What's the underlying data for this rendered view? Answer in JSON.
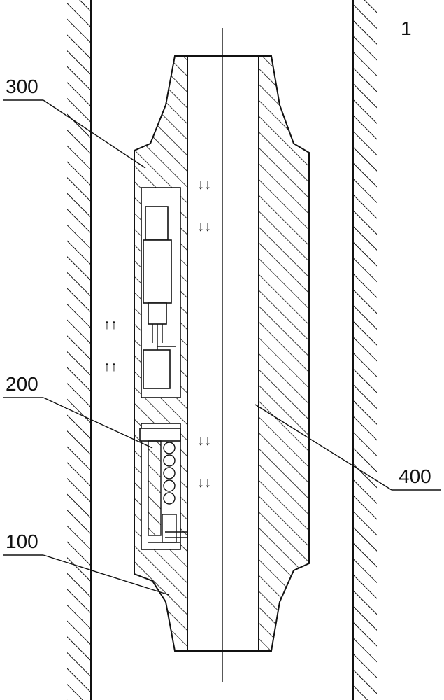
{
  "figure": {
    "figure_number": "1",
    "labels": {
      "outer_tool": "100",
      "lower_module": "200",
      "upper_module": "300",
      "bore": "400"
    },
    "flow_arrow_glyph_down": "↓↓",
    "flow_arrow_glyph_up": "↑↑",
    "colors": {
      "ink": "#111111",
      "background": "#ffffff"
    }
  }
}
